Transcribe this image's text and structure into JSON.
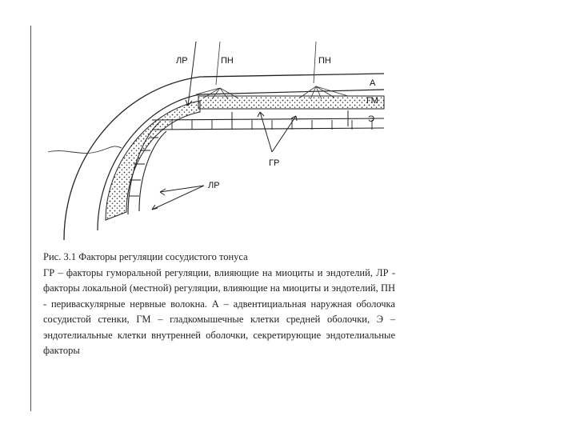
{
  "diagram": {
    "labels": {
      "lr_top": "ЛР",
      "pn_left": "ПН",
      "pn_right": "ПН",
      "a": "А",
      "gm": "ГМ",
      "e": "Э",
      "gr": "ГР",
      "lr_bottom": "ЛР"
    }
  },
  "caption": {
    "title": "Рис. 3.1 Факторы регуляции сосудистого тонуса",
    "body": "ГР – факторы гуморальной регуляции, влияющие на миоциты и эндотелий, ЛР - факторы локальной (местной) регуляции, влияющие на миоциты и эндотелий, ПН - периваскулярные нервные волокна. А – адвентициальная наружная оболочка сосудистой стенки, ГМ – гладкомышечные клетки средней оболочки, Э – эндотелиальные клетки внутренней оболочки, секретирующие эндотелиальные факторы"
  }
}
